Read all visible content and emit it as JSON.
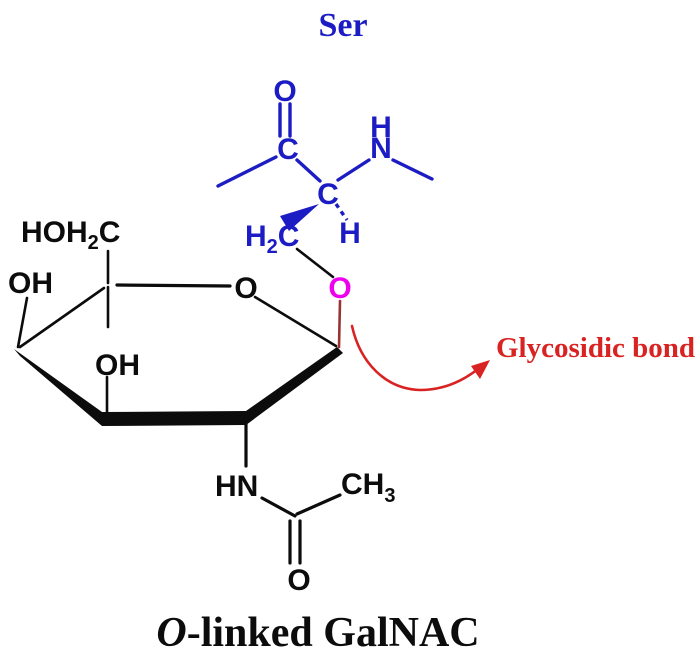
{
  "colors": {
    "black": "#0c0c0c",
    "blue": "#1c1cc4",
    "magenta": "#ee00ee",
    "dark-red": "#993333",
    "red": "#d92323"
  },
  "title": "Ser",
  "annotation": "Glycosidic bond",
  "caption": {
    "italic": "O",
    "rest": "-linked GalNAC"
  },
  "serine": {
    "carbonyl_o": "O",
    "carbonyl_c": "C",
    "alpha_c": "C",
    "n_h": "H",
    "n": "N",
    "alpha_h": "H",
    "ch2_h": "H",
    "ch2_sub": "2",
    "ch2_c": "C"
  },
  "sugar": {
    "c6_main": "HOH",
    "c6_sub": "2",
    "c6_tail": "C",
    "c4_oh": "OH",
    "c3_oh": "OH",
    "ring_o": "O",
    "glycosidic_o": "O",
    "amide_hn": "HN",
    "acetyl_ch": "CH",
    "acetyl_sub": "3",
    "acetyl_o": "O"
  }
}
